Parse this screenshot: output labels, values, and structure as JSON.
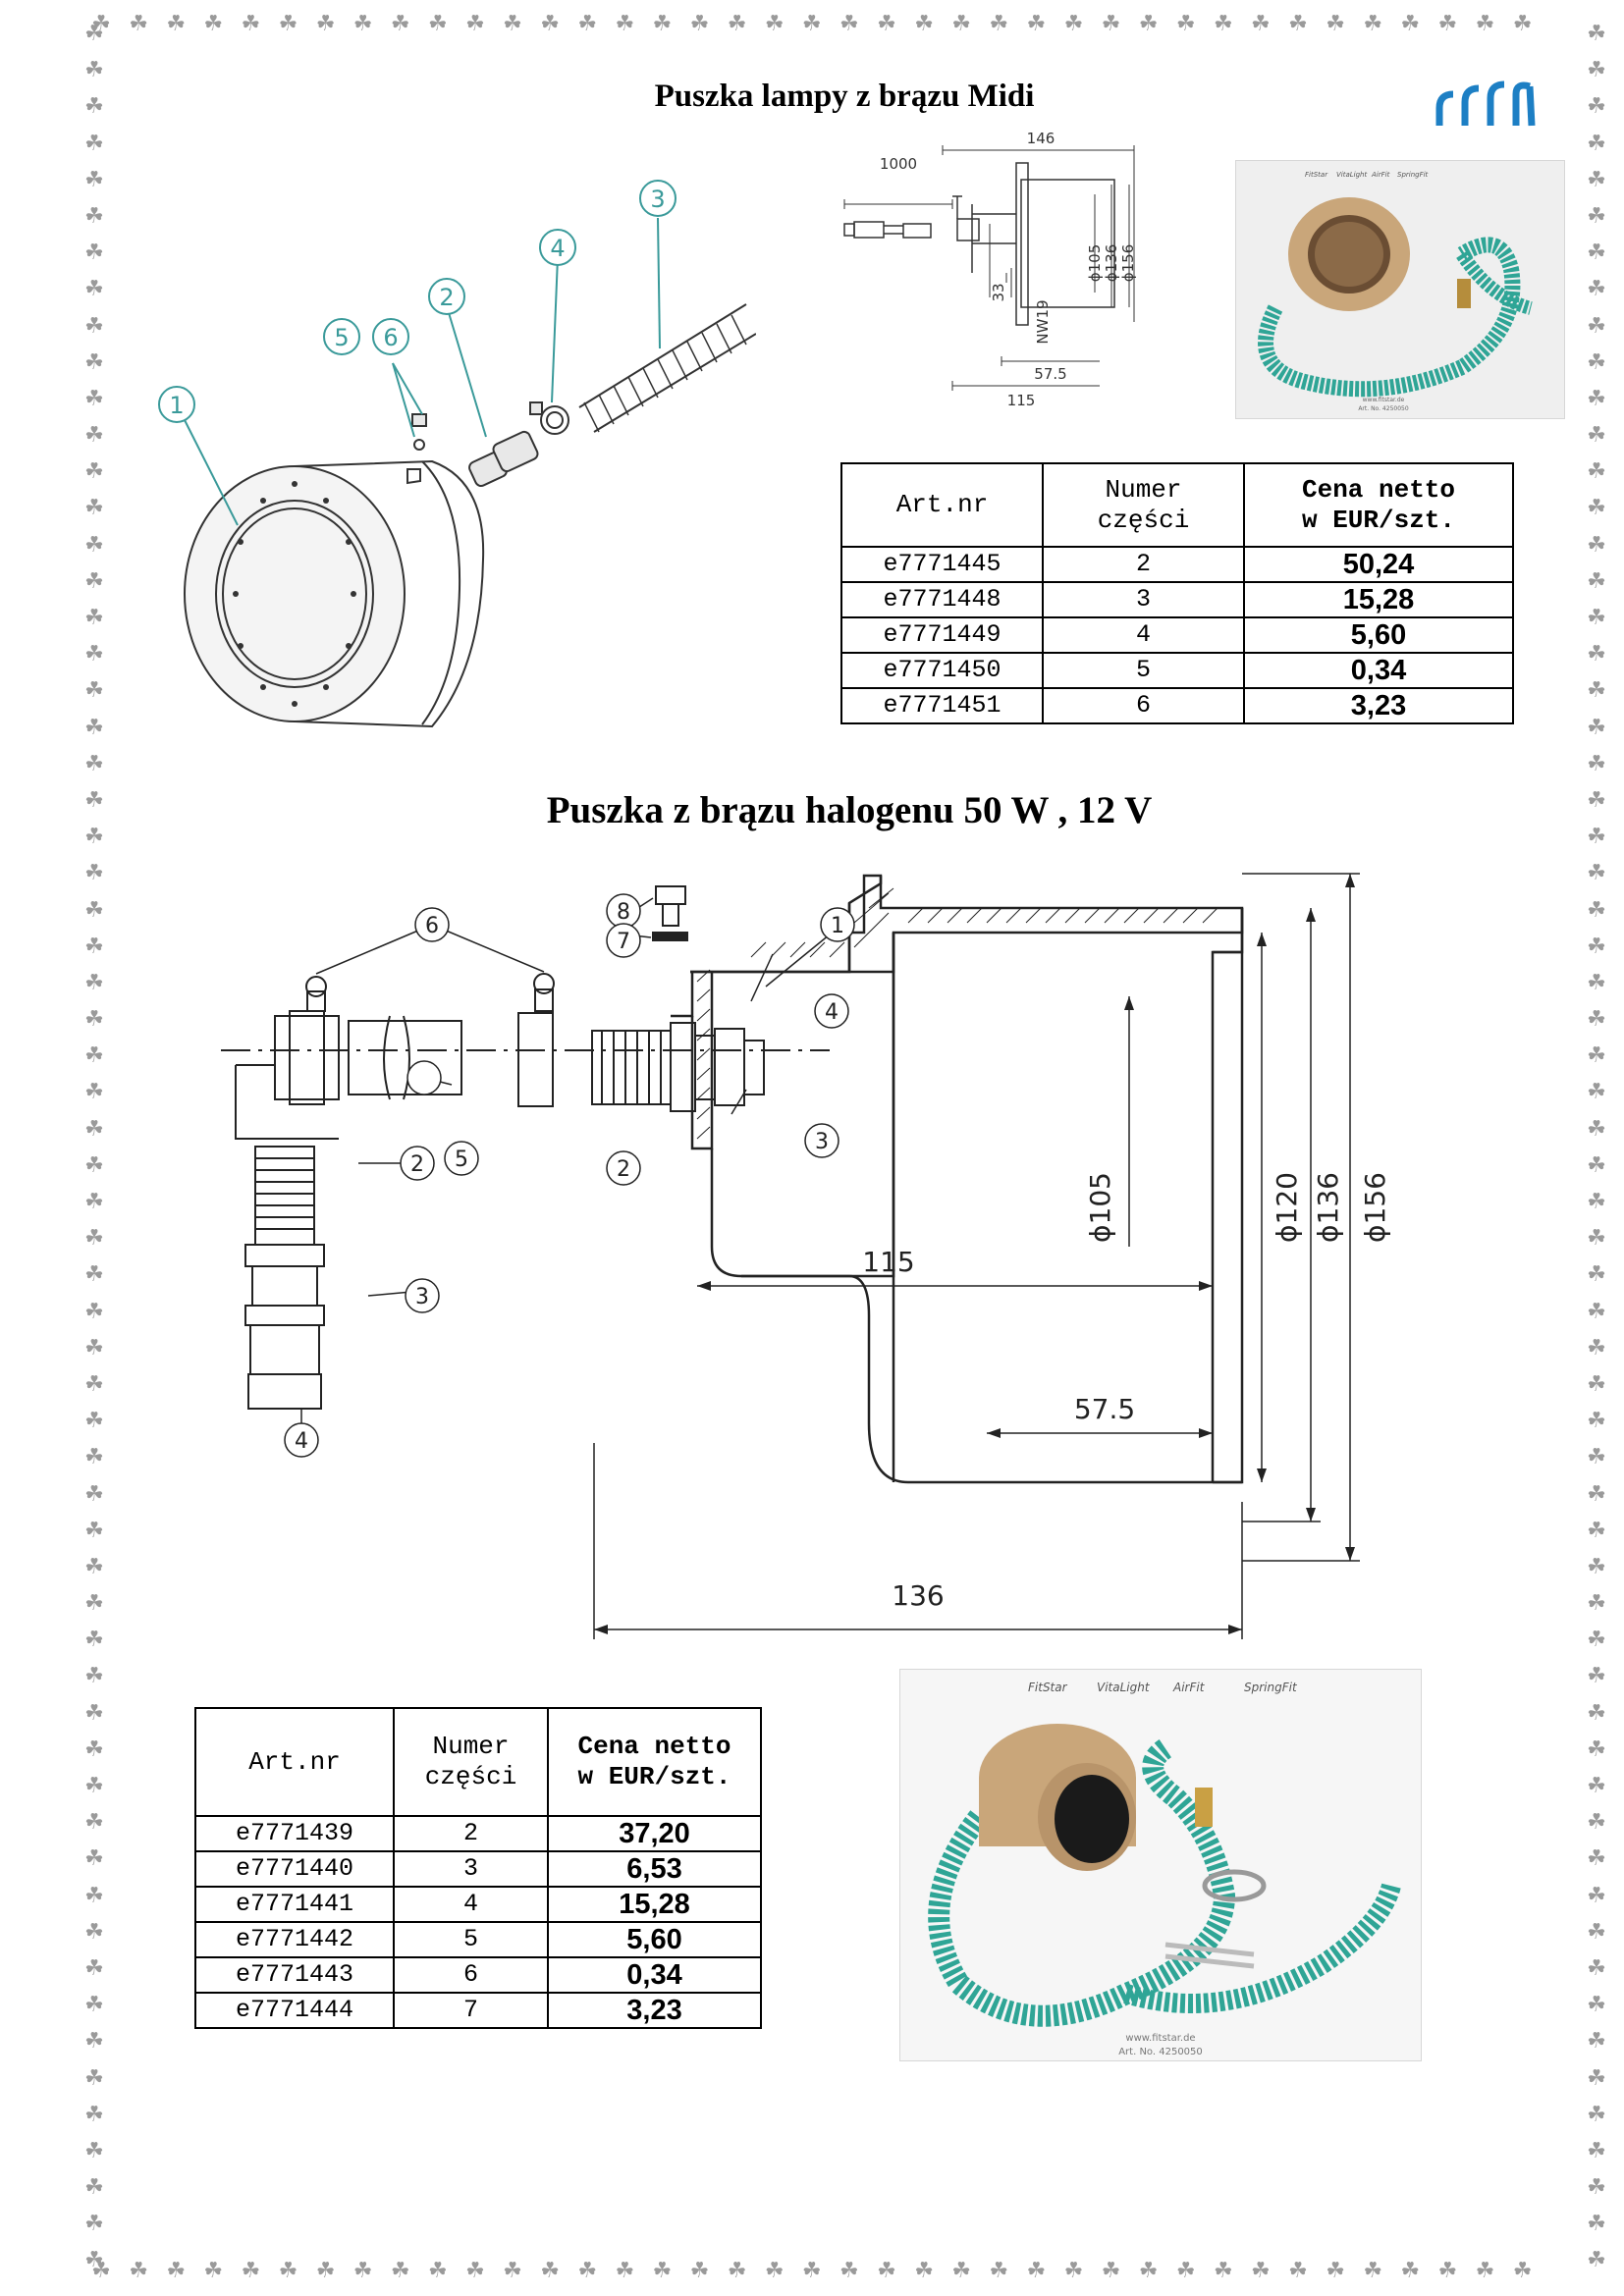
{
  "section1": {
    "title": "Puszka lampy z brązu Midi",
    "dims": {
      "d146": "146",
      "d1000": "1000",
      "d33": "33",
      "nw19": "NW19",
      "d105": "ϕ105",
      "d136": "ϕ136",
      "d156": "ϕ156",
      "d57_5": "57.5",
      "d115": "115"
    },
    "callouts": [
      "1",
      "2",
      "3",
      "4",
      "5",
      "6"
    ],
    "photo": {
      "brands": [
        "FitStar",
        "VitaLight",
        "AirFit",
        "SpringFit"
      ],
      "web": "www.fitstar.de",
      "art_no": "Art. No. 4250050"
    },
    "table": {
      "headers": {
        "art": "Art.nr",
        "part_1": "Numer",
        "part_2": "części",
        "price_1": "Cena netto",
        "price_2": "w EUR/szt."
      },
      "rows": [
        {
          "art": "e7771445",
          "part": "2",
          "price": "50,24"
        },
        {
          "art": "e7771448",
          "part": "3",
          "price": "15,28"
        },
        {
          "art": "e7771449",
          "part": "4",
          "price": "5,60"
        },
        {
          "art": "e7771450",
          "part": "5",
          "price": "0,34"
        },
        {
          "art": "e7771451",
          "part": "6",
          "price": "3,23"
        }
      ]
    }
  },
  "section2": {
    "title": "Puszka z brązu halogenu 50 W , 12 V",
    "dims": {
      "d105": "ϕ105",
      "d120": "ϕ120",
      "d136": "ϕ136",
      "d156": "ϕ156",
      "d115": "115",
      "d57_5": "57.5",
      "d136h": "136"
    },
    "callouts": [
      "1",
      "2",
      "3",
      "4",
      "5",
      "6",
      "7",
      "8"
    ],
    "photo": {
      "brands": [
        "FitStar",
        "VitaLight",
        "AirFit",
        "SpringFit"
      ],
      "web": "www.fitstar.de",
      "art_no": "Art. No. 4250050"
    },
    "table": {
      "headers": {
        "art": "Art.nr",
        "part_1": "Numer",
        "part_2": "części",
        "price_1": "Cena netto",
        "price_2": "w EUR/szt."
      },
      "rows": [
        {
          "art": "e7771439",
          "part": "2",
          "price": "37,20"
        },
        {
          "art": "e7771440",
          "part": "3",
          "price": "6,53"
        },
        {
          "art": "e7771441",
          "part": "4",
          "price": "15,28"
        },
        {
          "art": "e7771442",
          "part": "5",
          "price": "5,60"
        },
        {
          "art": "e7771443",
          "part": "6",
          "price": "0,34"
        },
        {
          "art": "e7771444",
          "part": "7",
          "price": "3,23"
        }
      ]
    }
  },
  "colors": {
    "callout": "#3a9a9a",
    "hose": "#2fa596",
    "bronze": "#c9a67a",
    "logo": "#1d7fc4"
  },
  "icons": {
    "border": "ornament-icon",
    "logo": "company-logo-icon"
  }
}
